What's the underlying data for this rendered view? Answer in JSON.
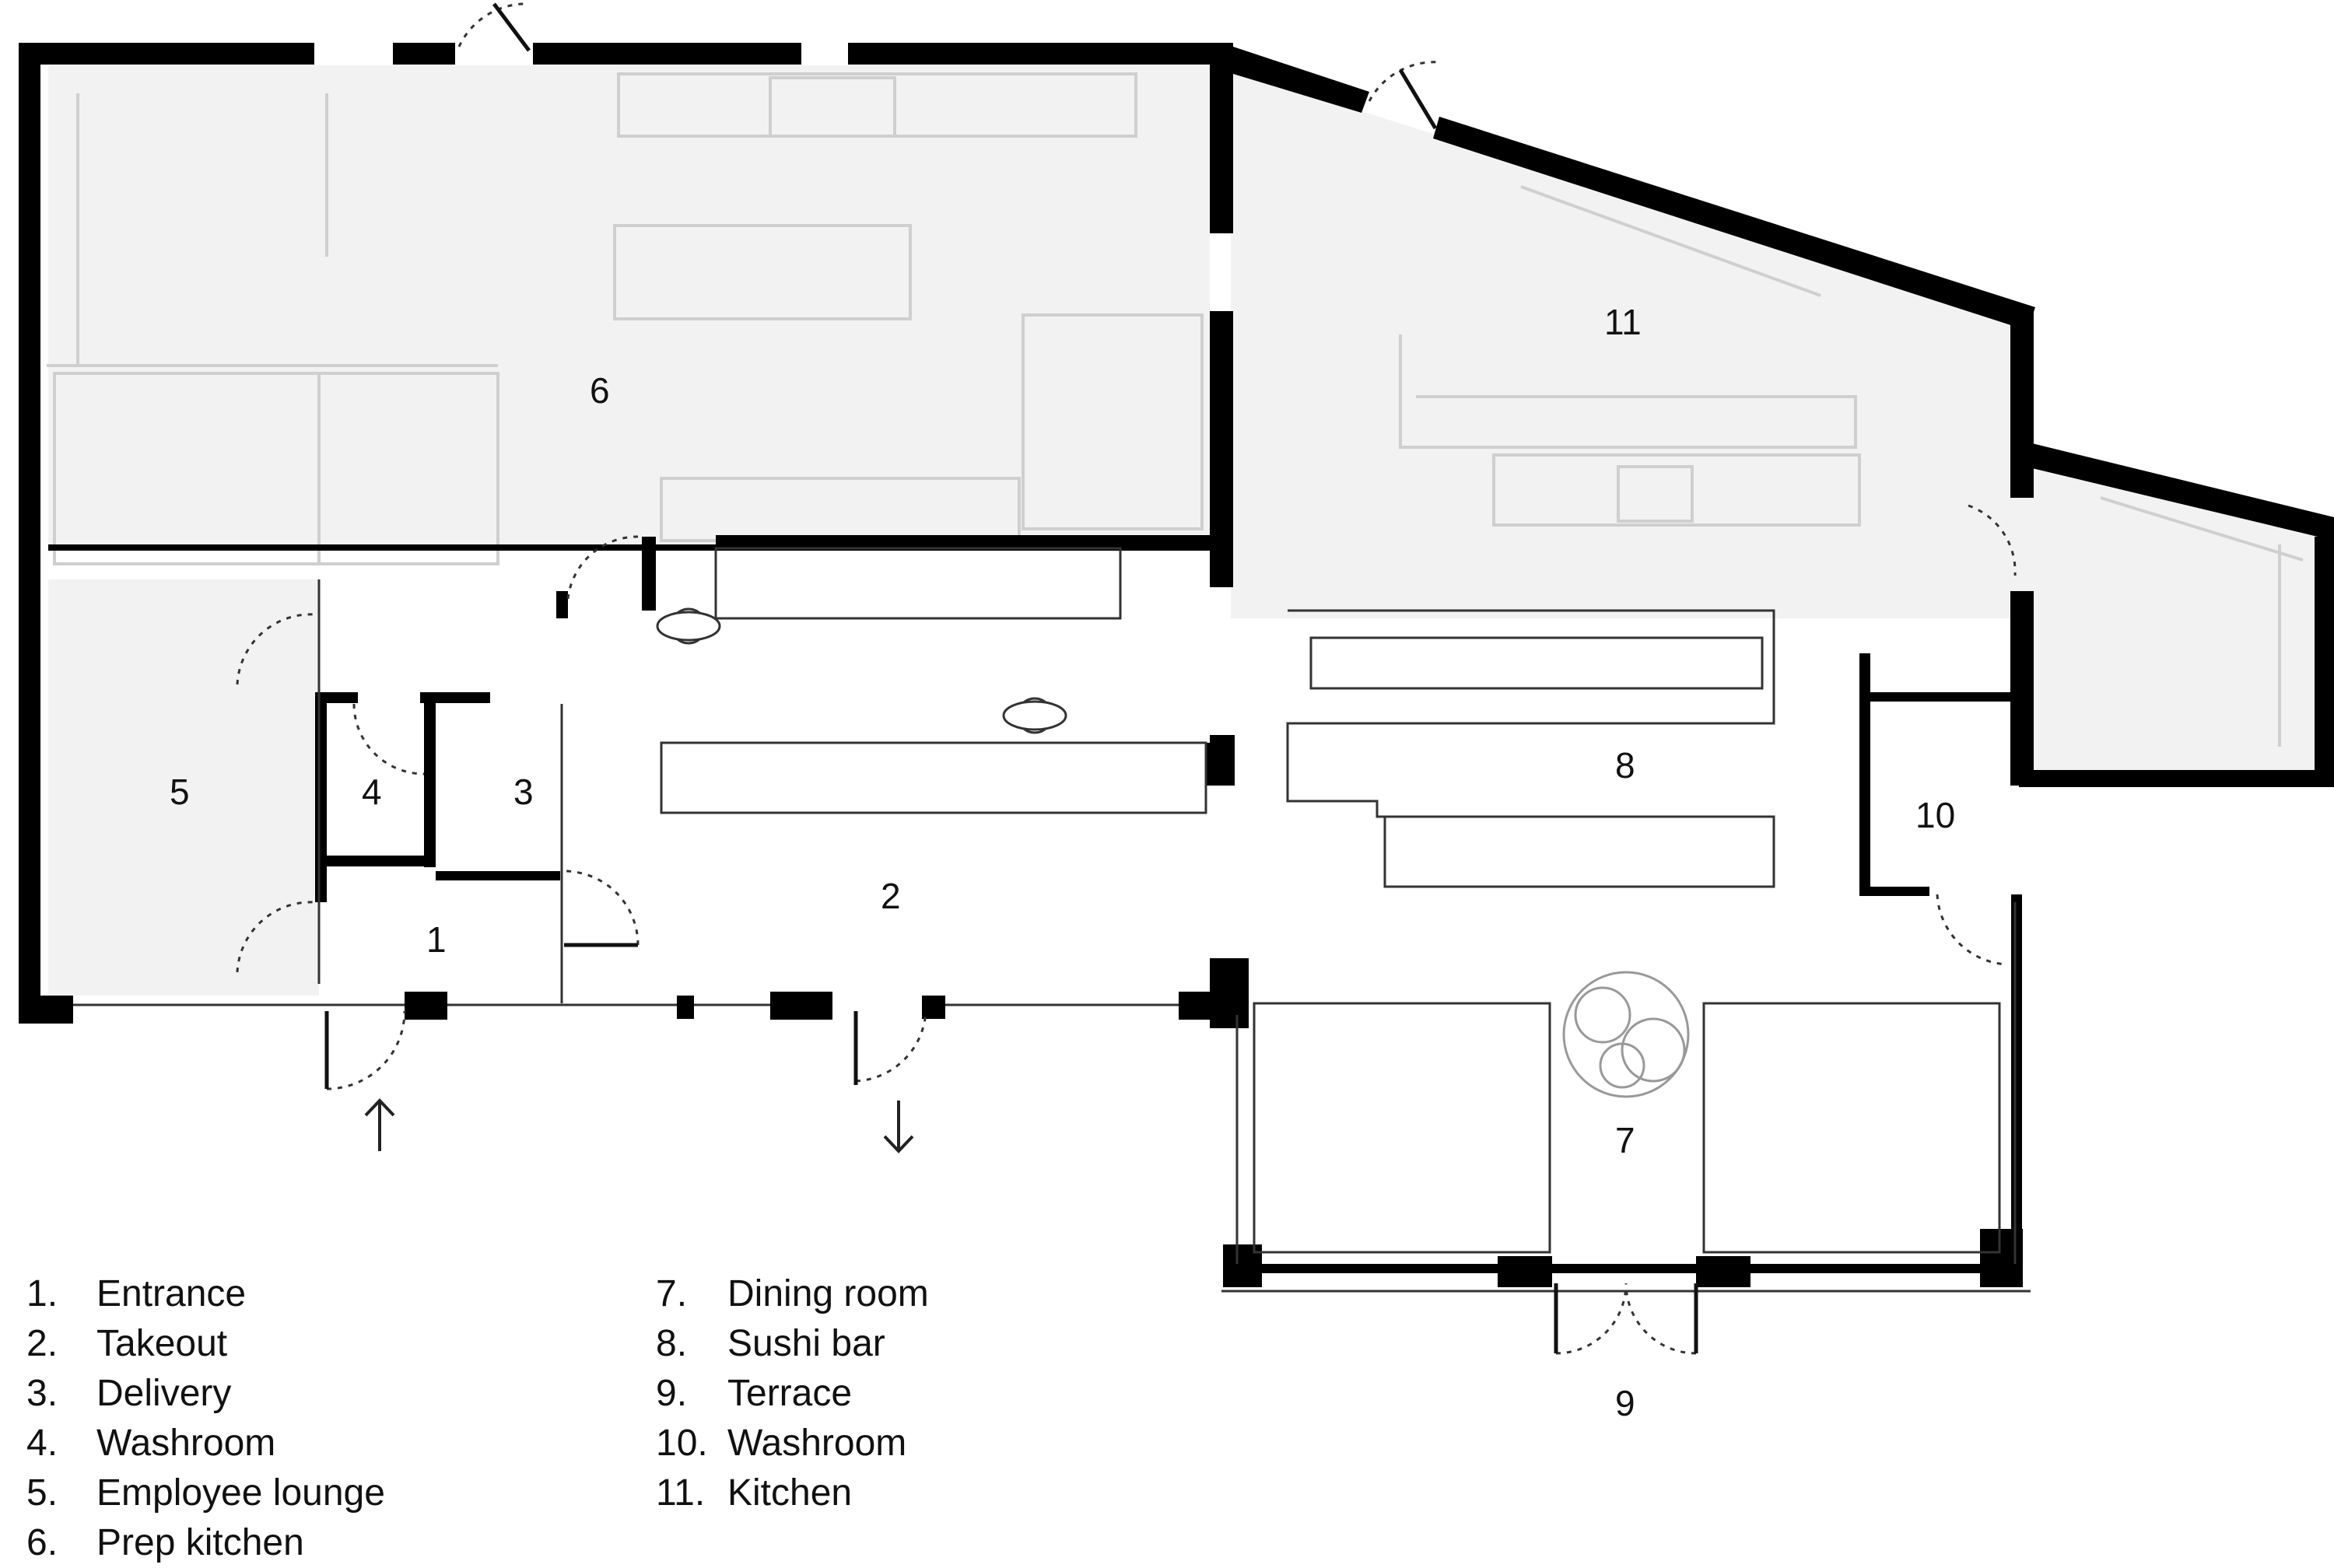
{
  "plan": {
    "room_numbers": [
      "1",
      "2",
      "3",
      "4",
      "5",
      "6",
      "7",
      "8",
      "9",
      "10",
      "11"
    ],
    "arrows": {
      "entry": "up-arrow",
      "exit": "down-arrow"
    }
  },
  "legend": {
    "left": [
      {
        "num": "1.",
        "label": "Entrance"
      },
      {
        "num": "2.",
        "label": "Takeout"
      },
      {
        "num": "3.",
        "label": "Delivery"
      },
      {
        "num": "4.",
        "label": "Washroom"
      },
      {
        "num": "5.",
        "label": "Employee lounge"
      },
      {
        "num": "6.",
        "label": "Prep kitchen"
      }
    ],
    "right": [
      {
        "num": "7.",
        "label": "Dining room"
      },
      {
        "num": "8.",
        "label": "Sushi bar"
      },
      {
        "num": "9.",
        "label": "Terrace"
      },
      {
        "num": "10.",
        "label": "Washroom"
      },
      {
        "num": "11.",
        "label": "Kitchen"
      }
    ]
  },
  "colors": {
    "wall": "#000000",
    "service_fill": "#f2f2f2",
    "fixture": "#cfcfcf",
    "line": "#333333"
  }
}
